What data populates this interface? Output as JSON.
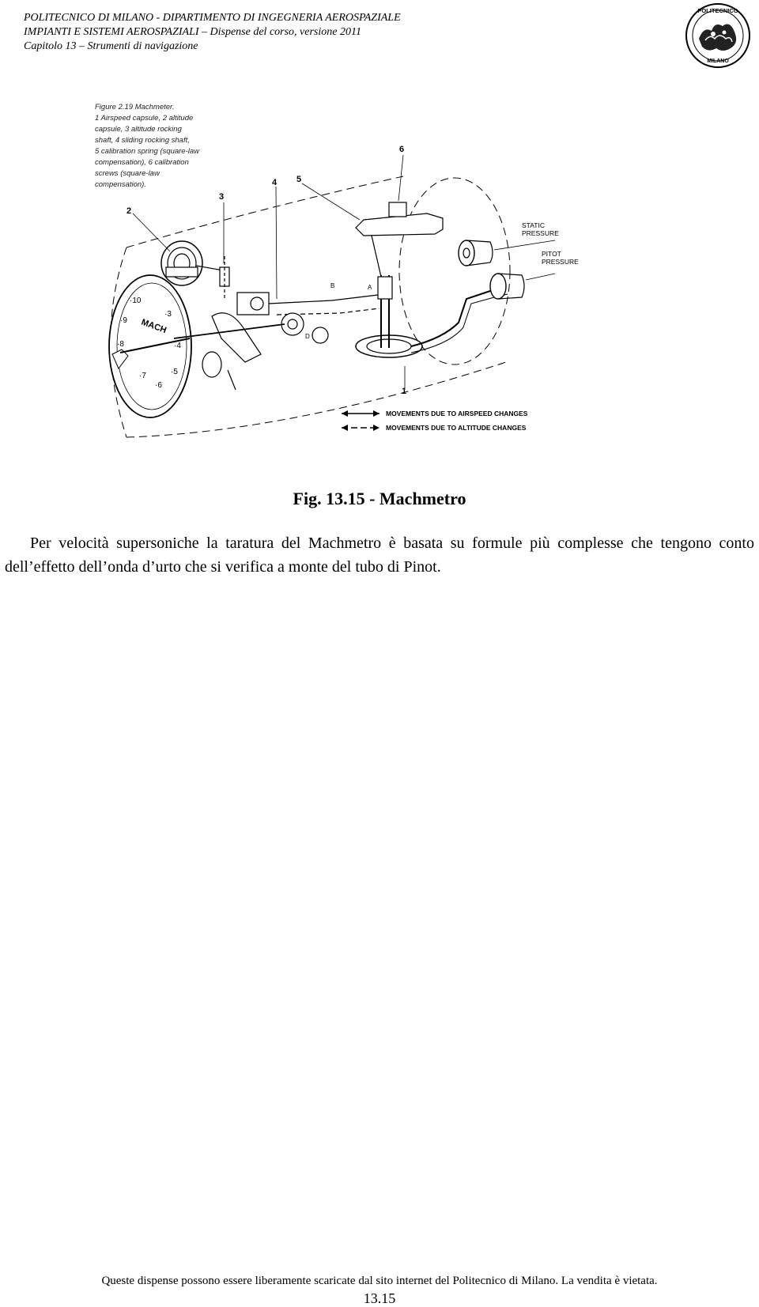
{
  "header": {
    "line1": "POLITECNICO DI MILANO - DIPARTIMENTO DI INGEGNERIA AEROSPAZIALE",
    "line2": "IMPIANTI E SISTEMI  AEROSPAZIALI – Dispense del corso, versione 2011",
    "line3": "Capitolo 13 – Strumenti di navigazione",
    "logo_text_top": "POLITECNICO",
    "logo_text_bottom": "MILANO"
  },
  "figure": {
    "legend_lines": [
      "Figure 2.19   Machmeter.",
      "1 Airspeed capsule, 2 altitude",
      "capsule, 3 altitude rocking",
      "shaft, 4 sliding rocking shaft,",
      "5 calibration spring (square-law",
      "compensation), 6 calibration",
      "screws (square-law",
      "compensation)."
    ],
    "callouts": [
      "1",
      "2",
      "3",
      "4",
      "5",
      "6"
    ],
    "labels": {
      "static1": "STATIC",
      "static2": "PRESSURE",
      "pitot1": "PITOT",
      "pitot2": "PRESSURE",
      "a": "A",
      "b": "B",
      "d": "D",
      "mach": "MACH"
    },
    "dial_numbers": [
      "·10",
      "·9",
      "·8",
      "·7",
      "·6",
      "·5",
      "·4",
      "·3"
    ],
    "movement_airspeed": "MOVEMENTS DUE TO AIRSPEED CHANGES",
    "movement_altitude": "MOVEMENTS DUE TO ALTITUDE CHANGES"
  },
  "caption": "Fig. 13.15 - Machmetro",
  "paragraph": "Per velocità supersoniche la taratura del Machmetro è basata su formule più complesse che tengono conto dell’effetto dell’onda d’urto che si verifica a monte del tubo di Pinot.",
  "footer": "Queste dispense possono essere liberamente scaricate dal sito internet del Politecnico di Milano. La vendita è vietata.",
  "page_number": "13.15"
}
